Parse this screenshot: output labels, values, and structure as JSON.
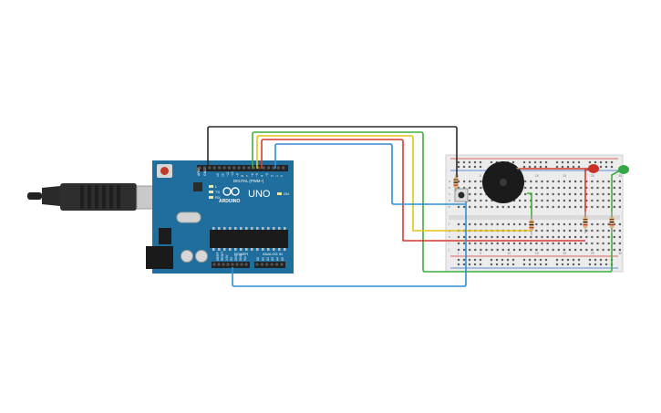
{
  "arduino": {
    "brand": "ARDUINO",
    "model": "UNO",
    "digital_label": "DIGITAL (PWM~)",
    "power_label": "POWER",
    "analog_label": "ANALOG IN",
    "aref_label": "AREF",
    "gnd_label": "GND",
    "tx_label": "TX",
    "rx_label": "RX",
    "l_label": "L",
    "on_label": "ON",
    "ioref_label": "IOREF",
    "reset_label": "RESET",
    "v33_label": "3.3V",
    "v5_label": "5V",
    "vin_label": "Vin",
    "board_color": "#1f6e9e",
    "digital_pins": [
      "13",
      "12",
      "~11",
      "~10",
      "~9",
      "8",
      "7",
      "~6",
      "~5",
      "4",
      "~3",
      "2",
      "1",
      "0"
    ],
    "analog_pins": [
      "A0",
      "A1",
      "A2",
      "A3",
      "A4",
      "A5"
    ]
  },
  "wires": {
    "black": "#2b2b2b",
    "green": "#3fae3f",
    "yellow": "#e2c418",
    "red": "#d93a2b",
    "blue": "#2f8fd0"
  },
  "components": {
    "buzzer_plus": "+",
    "led_red_color": "#c73126",
    "led_green_color": "#35a845",
    "resistor_body": "#d8b27a"
  },
  "breadboard": {
    "columns": [
      "1",
      "5",
      "10",
      "15",
      "20",
      "25",
      "30"
    ],
    "rows_top": [
      "a",
      "b",
      "c",
      "d",
      "e"
    ],
    "rows_bottom": [
      "f",
      "g",
      "h",
      "i",
      "j"
    ]
  }
}
